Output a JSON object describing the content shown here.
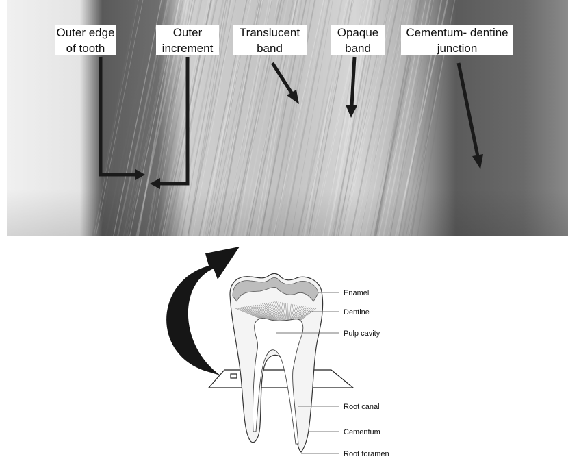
{
  "micrograph": {
    "labels": {
      "outer_edge": [
        "Outer edge",
        "of tooth"
      ],
      "outer_increment": [
        "Outer",
        "increment"
      ],
      "translucent_band": [
        "Translucent",
        "band"
      ],
      "opaque_band": [
        "Opaque",
        "band"
      ],
      "cementum_dentine": [
        "Cementum- dentine",
        "junction"
      ]
    }
  },
  "tooth_diagram": {
    "labels": {
      "enamel": "Enamel",
      "dentine": "Dentine",
      "pulp_cavity": "Pulp cavity",
      "root_canal": "Root canal",
      "cementum": "Cementum",
      "root_foramen": "Root foramen"
    }
  },
  "colors": {
    "micrograph_light": "#e9e9e9",
    "micrograph_mid": "#b5b5b5",
    "micrograph_dark": "#4a4a4a",
    "arrow": "#1a1a1a"
  }
}
